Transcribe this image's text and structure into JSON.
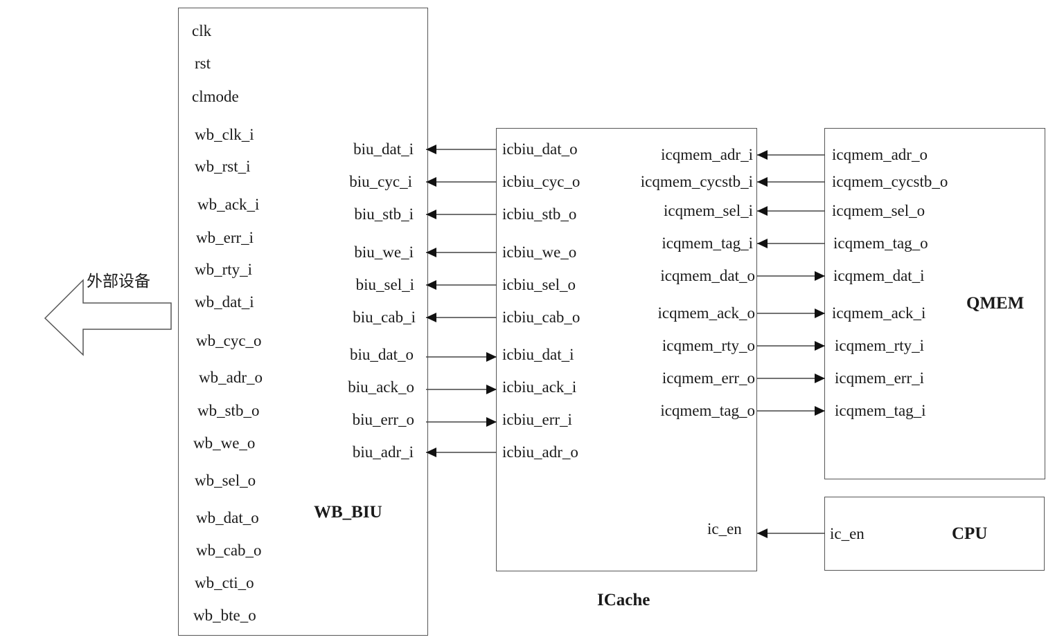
{
  "external": {
    "label": "外部设备"
  },
  "wb_biu": {
    "title": "WB_BIU",
    "ports_left": [
      "clk",
      "rst",
      "clmode",
      "wb_clk_i",
      "wb_rst_i",
      "wb_ack_i",
      "wb_err_i",
      "wb_rty_i",
      "wb_dat_i",
      "wb_cyc_o",
      "wb_adr_o",
      "wb_stb_o",
      "wb_we_o",
      "wb_sel_o",
      "wb_dat_o",
      "wb_cab_o",
      "wb_cti_o",
      "wb_bte_o"
    ],
    "ports_right": [
      "biu_dat_i",
      "biu_cyc_i",
      "biu_stb_i",
      "biu_we_i",
      "biu_sel_i",
      "biu_cab_i",
      "biu_dat_o",
      "biu_ack_o",
      "biu_err_o",
      "biu_adr_i"
    ]
  },
  "icache": {
    "title": "ICache",
    "ports_left": [
      "icbiu_dat_o",
      "icbiu_cyc_o",
      "icbiu_stb_o",
      "icbiu_we_o",
      "icbiu_sel_o",
      "icbiu_cab_o",
      "icbiu_dat_i",
      "icbiu_ack_i",
      "icbiu_err_i",
      "icbiu_adr_o"
    ],
    "ports_right": [
      "icqmem_adr_i",
      "icqmem_cycstb_i",
      "icqmem_sel_i",
      "icqmem_tag_i",
      "icqmem_dat_o",
      "icqmem_ack_o",
      "icqmem_rty_o",
      "icqmem_err_o",
      "icqmem_tag_o"
    ],
    "ic_en": "ic_en"
  },
  "qmem": {
    "title": "QMEM",
    "ports": [
      "icqmem_adr_o",
      "icqmem_cycstb_o",
      "icqmem_sel_o",
      "icqmem_tag_o",
      "icqmem_dat_i",
      "icqmem_ack_i",
      "icqmem_rty_i",
      "icqmem_err_i",
      "icqmem_tag_i"
    ]
  },
  "cpu": {
    "title": "CPU",
    "port": "ic_en"
  },
  "connections": {
    "biu_icache_direction": [
      "left",
      "left",
      "left",
      "left",
      "left",
      "left",
      "right",
      "right",
      "right",
      "left"
    ],
    "icache_qmem_direction": [
      "left",
      "left",
      "left",
      "left",
      "right",
      "right",
      "right",
      "right",
      "right"
    ],
    "cpu_icache_direction": "left"
  }
}
